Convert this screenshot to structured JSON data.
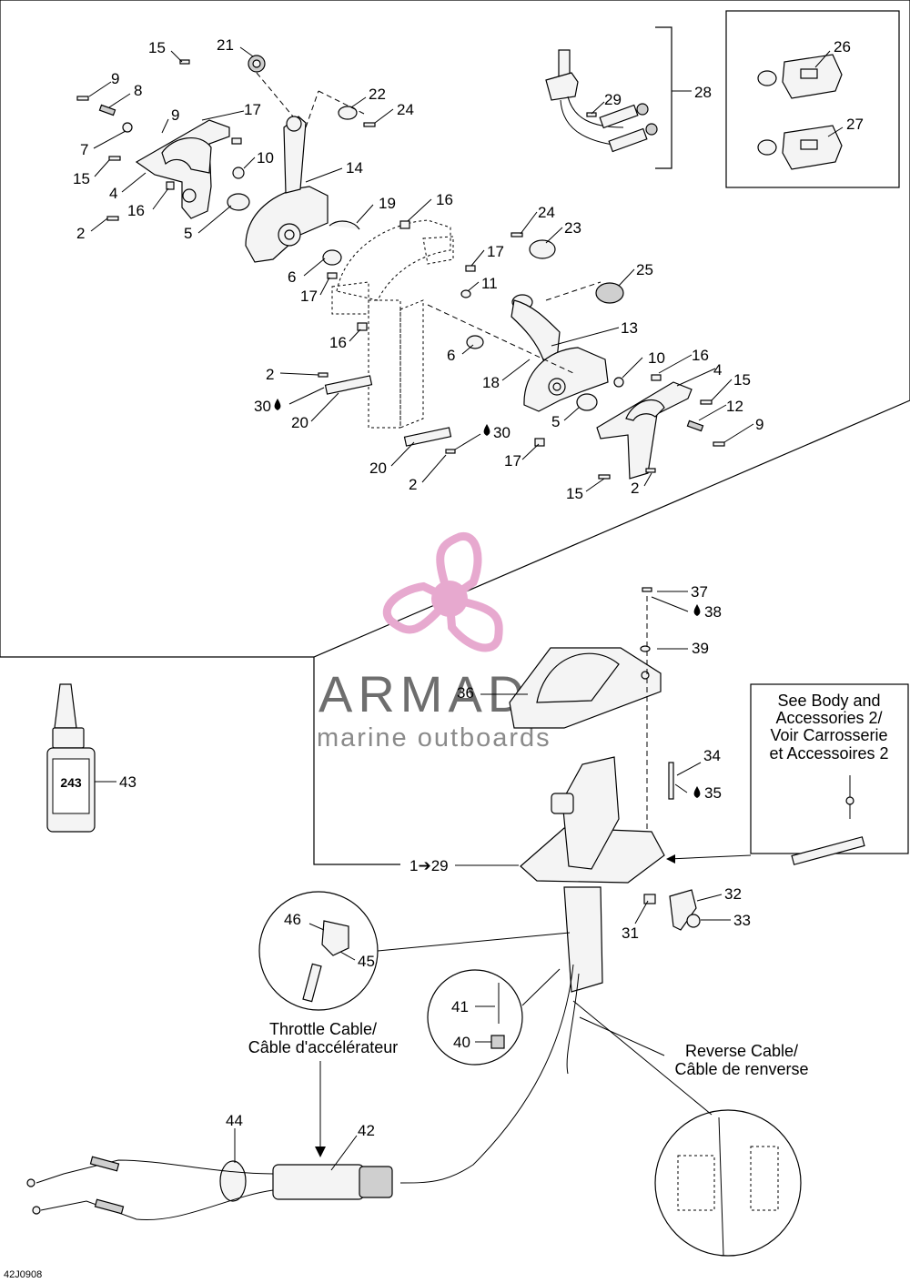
{
  "callouts": [
    {
      "id": "c15a",
      "text": "15"
    },
    {
      "id": "c21",
      "text": "21"
    },
    {
      "id": "c9a",
      "text": "9"
    },
    {
      "id": "c8",
      "text": "8"
    },
    {
      "id": "c9b",
      "text": "9"
    },
    {
      "id": "c17a",
      "text": "17"
    },
    {
      "id": "c22",
      "text": "22"
    },
    {
      "id": "c24a",
      "text": "24"
    },
    {
      "id": "c7",
      "text": "7"
    },
    {
      "id": "c10a",
      "text": "10"
    },
    {
      "id": "c15b",
      "text": "15"
    },
    {
      "id": "c14",
      "text": "14"
    },
    {
      "id": "c4a",
      "text": "4"
    },
    {
      "id": "c16a",
      "text": "16"
    },
    {
      "id": "c19",
      "text": "19"
    },
    {
      "id": "c16b",
      "text": "16"
    },
    {
      "id": "c2a",
      "text": "2"
    },
    {
      "id": "c5a",
      "text": "5"
    },
    {
      "id": "c24b",
      "text": "24"
    },
    {
      "id": "c23",
      "text": "23"
    },
    {
      "id": "c17b",
      "text": "17"
    },
    {
      "id": "c6a",
      "text": "6"
    },
    {
      "id": "c11",
      "text": "11"
    },
    {
      "id": "c17c",
      "text": "17"
    },
    {
      "id": "c25",
      "text": "25"
    },
    {
      "id": "c13",
      "text": "13"
    },
    {
      "id": "c16c",
      "text": "16"
    },
    {
      "id": "c6b",
      "text": "6"
    },
    {
      "id": "c10b",
      "text": "10"
    },
    {
      "id": "c16d",
      "text": "16"
    },
    {
      "id": "c4b",
      "text": "4"
    },
    {
      "id": "c2b",
      "text": "2"
    },
    {
      "id": "c18",
      "text": "18"
    },
    {
      "id": "c15c",
      "text": "15"
    },
    {
      "id": "c12",
      "text": "12"
    },
    {
      "id": "c30a",
      "text": "30"
    },
    {
      "id": "c20a",
      "text": "20"
    },
    {
      "id": "c5b",
      "text": "5"
    },
    {
      "id": "c9c",
      "text": "9"
    },
    {
      "id": "c30b",
      "text": "30"
    },
    {
      "id": "c17d",
      "text": "17"
    },
    {
      "id": "c20b",
      "text": "20"
    },
    {
      "id": "c2c",
      "text": "2"
    },
    {
      "id": "c15d",
      "text": "15"
    },
    {
      "id": "c2d",
      "text": "2"
    },
    {
      "id": "c26",
      "text": "26"
    },
    {
      "id": "c27",
      "text": "27"
    },
    {
      "id": "c28",
      "text": "28"
    },
    {
      "id": "c29",
      "text": "29"
    },
    {
      "id": "c37",
      "text": "37"
    },
    {
      "id": "c38",
      "text": "38"
    },
    {
      "id": "c39",
      "text": "39"
    },
    {
      "id": "c36",
      "text": "36"
    },
    {
      "id": "c34",
      "text": "34"
    },
    {
      "id": "c35",
      "text": "35"
    },
    {
      "id": "c43",
      "text": "43"
    },
    {
      "id": "c32",
      "text": "32"
    },
    {
      "id": "c33",
      "text": "33"
    },
    {
      "id": "c31",
      "text": "31"
    },
    {
      "id": "c46",
      "text": "46"
    },
    {
      "id": "c45",
      "text": "45"
    },
    {
      "id": "c41",
      "text": "41"
    },
    {
      "id": "c40",
      "text": "40"
    },
    {
      "id": "c44",
      "text": "44"
    },
    {
      "id": "c42",
      "text": "42"
    }
  ],
  "range_label": {
    "from": "1",
    "arrow": "➔",
    "to": "29"
  },
  "notes": {
    "see_body": [
      "See Body and",
      "Accessories 2/",
      "Voir Carrosserie",
      "et Accessoires 2"
    ],
    "throttle_cable": [
      "Throttle Cable/",
      "Câble d'accélérateur"
    ],
    "reverse_cable": [
      "Reverse Cable/",
      "Câble de renverse"
    ]
  },
  "bottle_label": "243",
  "watermark": {
    "title": "ARMADA",
    "subtitle": "marine outboards",
    "logo_color": "#e7a9cf"
  },
  "figure_code": "42J0908",
  "icons": {
    "adhesive": "adhesive-drop-icon"
  }
}
